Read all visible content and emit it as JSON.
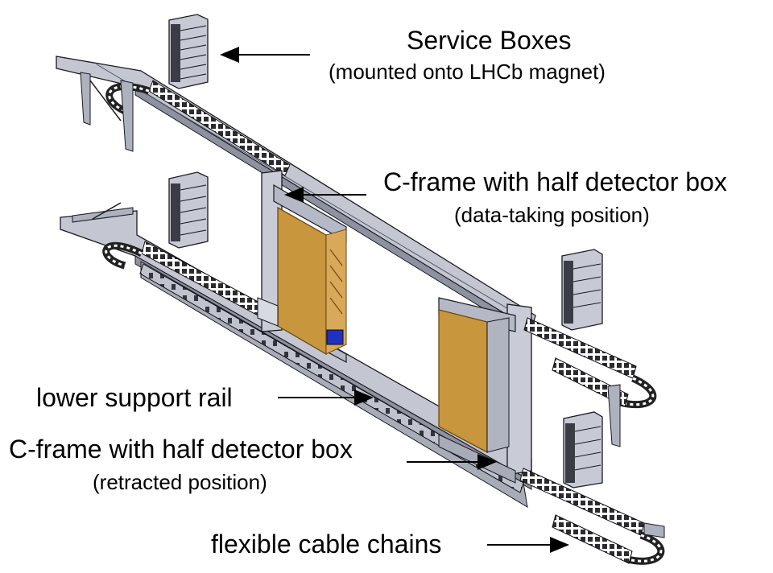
{
  "labels": {
    "service_boxes": "Service Boxes",
    "service_boxes_sub": "(mounted onto LHCb magnet)",
    "cframe_top": "C-frame with half detector box",
    "cframe_top_sub": "(data-taking position)",
    "lower_rail": "lower support rail",
    "cframe_bottom": "C-frame with half detector box",
    "cframe_bottom_sub": "(retracted position)",
    "cable_chains": "flexible cable chains"
  },
  "colors": {
    "metal": "#b8bcc8",
    "metal_dark": "#55596a",
    "outline": "#1a1a22",
    "detector": "#c8963c",
    "detector_dark": "#8a6020",
    "chain": "#2a2a30",
    "accent_blue": "#2030c0"
  }
}
